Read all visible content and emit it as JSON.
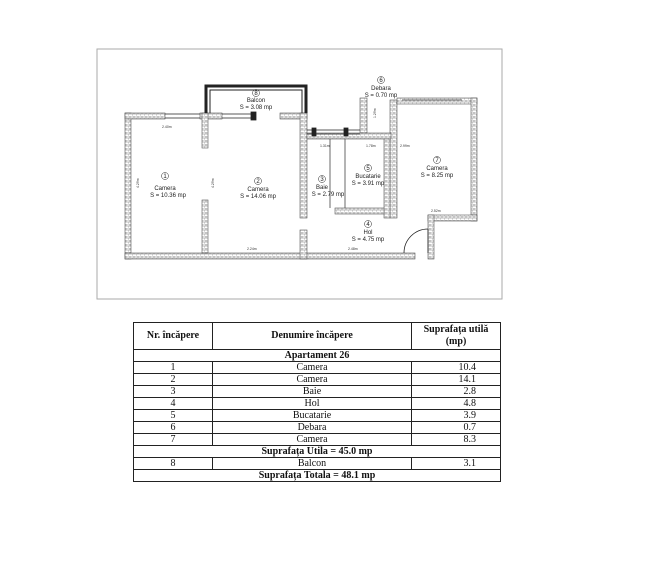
{
  "plan": {
    "rooms": [
      {
        "num": "1",
        "name": "Camera",
        "area": "S = 10.36 mp"
      },
      {
        "num": "2",
        "name": "Camera",
        "area": "S = 14.06 mp"
      },
      {
        "num": "3",
        "name": "Baie",
        "area": "S = 2.79 mp"
      },
      {
        "num": "4",
        "name": "Hol",
        "area": "S = 4.75 mp"
      },
      {
        "num": "5",
        "name": "Bucatarie",
        "area": "S = 3.91 mp"
      },
      {
        "num": "6",
        "name": "Debara",
        "area": "S = 0.70 mp"
      },
      {
        "num": "7",
        "name": "Camera",
        "area": "S = 8.25 mp"
      },
      {
        "num": "8",
        "name": "Balcon",
        "area": "S = 3.08 mp"
      }
    ],
    "dims": [
      "2.40m",
      "4.29m",
      "4.29m",
      "2.24m",
      "2.48m",
      "1.31m",
      "1.78m",
      "2.99m",
      "2.52m",
      "1.29m"
    ]
  },
  "table": {
    "headers": {
      "nr": "Nr. încăpere",
      "name": "Denumire încăpere",
      "area": "Suprafața utilă (mp)"
    },
    "apartment": "Apartament 26",
    "rows": [
      {
        "nr": "1",
        "name": "Camera",
        "area": "10.4"
      },
      {
        "nr": "2",
        "name": "Camera",
        "area": "14.1"
      },
      {
        "nr": "3",
        "name": "Baie",
        "area": "2.8"
      },
      {
        "nr": "4",
        "name": "Hol",
        "area": "4.8"
      },
      {
        "nr": "5",
        "name": "Bucatarie",
        "area": "3.9"
      },
      {
        "nr": "6",
        "name": "Debara",
        "area": "0.7"
      },
      {
        "nr": "7",
        "name": "Camera",
        "area": "8.3"
      }
    ],
    "subtotal": "Suprafața Utila  = 45.0 mp",
    "balcony": {
      "nr": "8",
      "name": "Balcon",
      "area": "3.1"
    },
    "total": "Suprafața Totala  = 48.1 mp"
  }
}
